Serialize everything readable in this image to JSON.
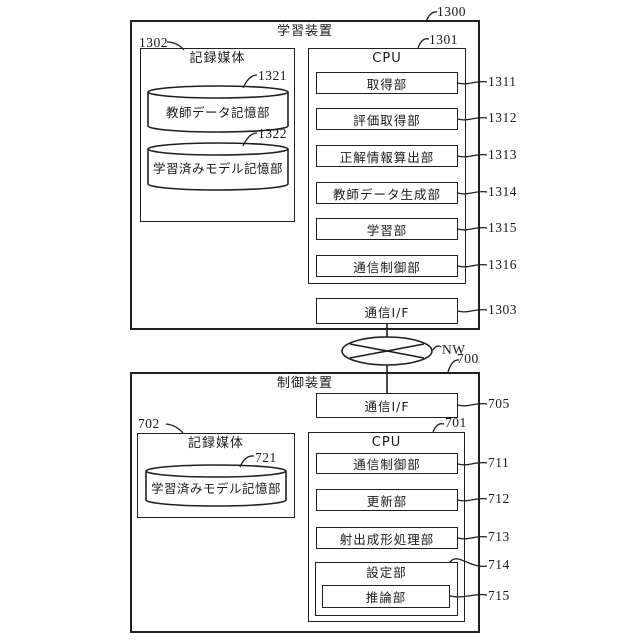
{
  "figure": {
    "type": "patent-block-diagram",
    "colors": {
      "line": "#1f1f1f",
      "background": "#ffffff"
    }
  },
  "learning_device": {
    "label": "学習装置",
    "ref": "1300",
    "recording_medium": {
      "label": "記録媒体",
      "ref": "1302",
      "stores": [
        {
          "label": "教師データ記憶部",
          "ref": "1321"
        },
        {
          "label": "学習済みモデル記憶部",
          "ref": "1322"
        }
      ]
    },
    "cpu": {
      "label": "CPU",
      "ref": "1301",
      "units": [
        {
          "label": "取得部",
          "ref": "1311"
        },
        {
          "label": "評価取得部",
          "ref": "1312"
        },
        {
          "label": "正解情報算出部",
          "ref": "1313"
        },
        {
          "label": "教師データ生成部",
          "ref": "1314"
        },
        {
          "label": "学習部",
          "ref": "1315"
        },
        {
          "label": "通信制御部",
          "ref": "1316"
        }
      ]
    },
    "comm_if": {
      "label": "通信I/F",
      "ref": "1303"
    }
  },
  "network": {
    "label": "NW"
  },
  "control_device": {
    "label": "制御装置",
    "ref": "700",
    "comm_if": {
      "label": "通信I/F",
      "ref": "705"
    },
    "recording_medium": {
      "label": "記録媒体",
      "ref": "702",
      "stores": [
        {
          "label": "学習済みモデル記憶部",
          "ref": "721"
        }
      ]
    },
    "cpu": {
      "label": "CPU",
      "ref": "701",
      "units": [
        {
          "label": "通信制御部",
          "ref": "711"
        },
        {
          "label": "更新部",
          "ref": "712"
        },
        {
          "label": "射出成形処理部",
          "ref": "713"
        }
      ],
      "setting_unit": {
        "label": "設定部",
        "ref": "714",
        "inference_unit": {
          "label": "推論部",
          "ref": "715"
        }
      }
    }
  }
}
